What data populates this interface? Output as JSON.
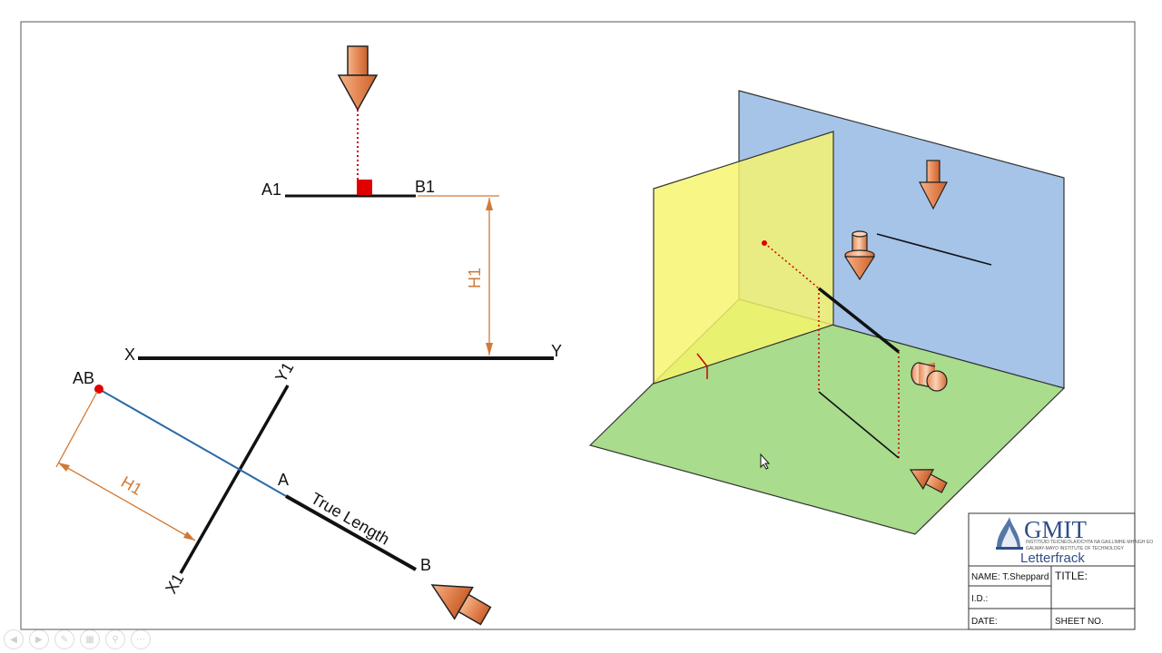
{
  "projection_labels": {
    "a1": "A1",
    "b1": "B1",
    "h1_vertical": "H1",
    "x": "X",
    "y": "Y",
    "ab": "AB",
    "y1": "Y1",
    "x1": "X1",
    "a": "A",
    "b": "B",
    "true_length": "True Length",
    "h1_auxiliary": "H1"
  },
  "title_block": {
    "logo": "GMIT",
    "logo_irish": "INSTITIÚID TEICNEOLAÍOCHTA NA GAILLIMHE-MHAIGH EO",
    "logo_english": "GALWAY-MAYO INSTITUTE OF TECHNOLOGY",
    "campus": "Letterfrack",
    "name_field": "NAME: T.Sheppard",
    "title_field": "TITLE:",
    "id_field": "I.D.:",
    "date_field": "DATE:",
    "sheet_field": "SHEET NO."
  },
  "icons": {
    "view_arrows": "view-direction-arrow-icon",
    "cursor": "mouse-pointer-icon",
    "controls": [
      "previous-icon",
      "next-icon",
      "pen-icon",
      "slides-icon",
      "zoom-icon",
      "more-icon"
    ]
  },
  "colors": {
    "vertical_plane": "#a6c4e8",
    "profile_plane": "#f7f56b",
    "horizontal_plane": "#a9dc8c",
    "arrow_fill": "#e58855",
    "dimension_orange": "#d07a38",
    "point_red": "#e00000",
    "auxiliary_blue": "#2a6aa8"
  }
}
